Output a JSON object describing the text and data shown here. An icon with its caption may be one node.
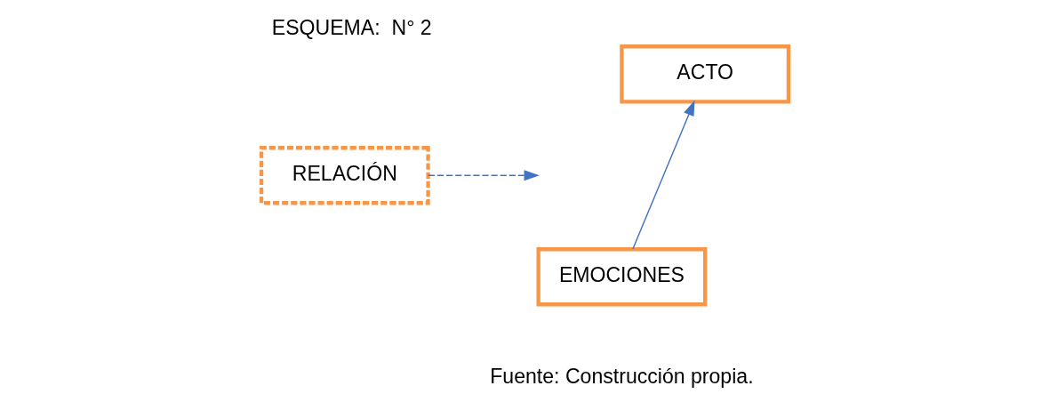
{
  "diagram": {
    "title": "ESQUEMA:  N° 2",
    "caption": "Fuente: Construcción propia.",
    "nodes": [
      {
        "text": [
          "ACTO"
        ]
      },
      {
        "text": [
          "RELACIÓN"
        ]
      },
      {
        "text": [
          "EMOCIONES"
        ]
      }
    ],
    "edges": [
      {
        "from": 2,
        "to": 0,
        "arrow": "to"
      },
      {
        "from": 1,
        "to": null,
        "arrow": "to",
        "style": "dashed"
      }
    ]
  }
}
